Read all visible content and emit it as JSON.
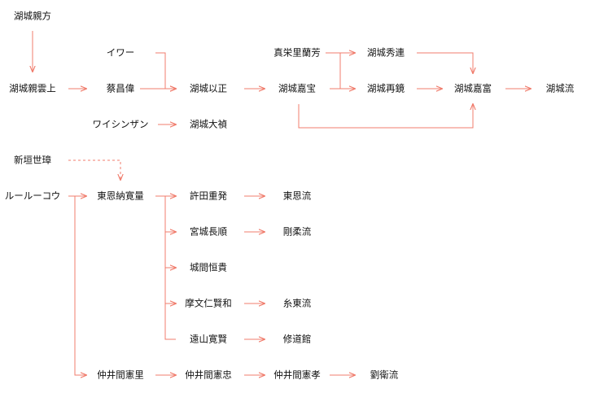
{
  "colors": {
    "edge": "#f07c6c",
    "text": "#111111",
    "background": "#ffffff"
  },
  "nodes": {
    "koshiro_shinpo": "湖城親方",
    "koshiro_shinun": "湖城親雲上",
    "iwa": "イワー",
    "sai_shoi": "蔡昌偉",
    "koshiro_isei": "湖城以正",
    "wai_shinzan": "ワイシンザン",
    "koshiro_daitei": "湖城大禎",
    "shinei_rihoho": "真栄里蘭芳",
    "koshiro_kaho": "湖城嘉宝",
    "koshiro_shuren": "湖城秀連",
    "koshiro_saikyo": "湖城再鏡",
    "koshiro_kafu": "湖城嘉富",
    "koshiro_ryu": "湖城流",
    "arakaki_seisho": "新垣世璋",
    "ruruko": "ルールーコウ",
    "higaonna_kanryo": "東恩納寛量",
    "kyoda_juhatsu": "許田重発",
    "toon_ryu": "東恩流",
    "miyagi_chojun": "宮城長順",
    "goju_ryu": "剛柔流",
    "jo_makoto": "城間恒貴",
    "mabuni_kenwa": "摩文仁賢和",
    "shito_ryu": "糸東流",
    "toyama_kanken": "遠山寛賢",
    "shudokan": "修道館",
    "nakaima_kenri": "仲井間憲里",
    "nakaima_kenchu": "仲井間憲忠",
    "nakaima_kenko": "仲井間憲孝",
    "ryuei_ryu": "劉衛流"
  }
}
